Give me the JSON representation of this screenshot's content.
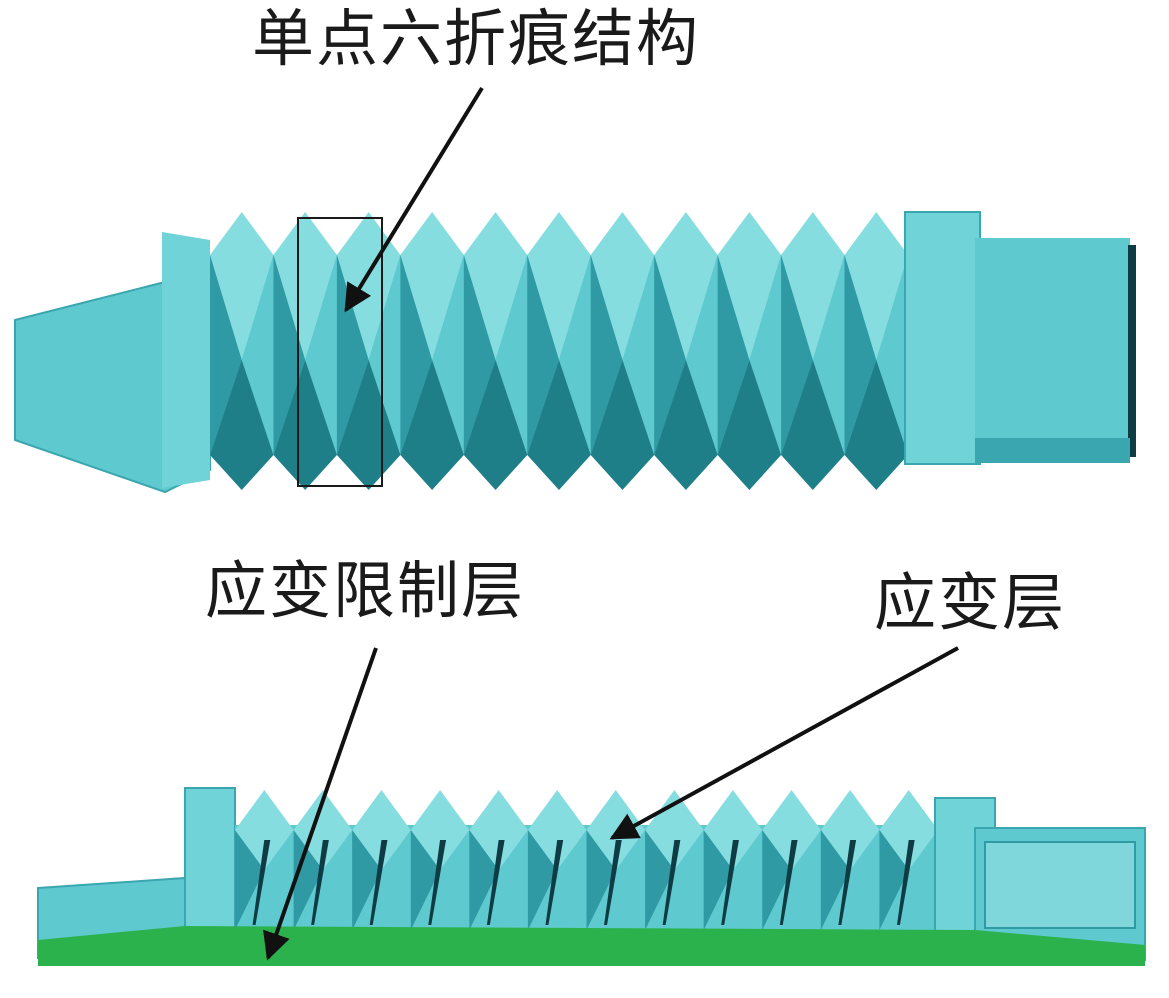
{
  "labels": {
    "single_point_hexfold": "单点六折痕结构",
    "strain_limiting_layer": "应变限制层",
    "strain_layer": "应变层"
  },
  "colors": {
    "body": "#5ec9cf",
    "body_light": "#86dde0",
    "body_dark": "#2f9aa3",
    "body_deep": "#1f7f88",
    "limit_layer": "#2bb24c",
    "arrow": "#111111",
    "highlight_box": "#1a1a1a"
  },
  "figure": {
    "top_actuator": {
      "fold_units": 11,
      "highlighted_unit_index": 1
    },
    "bottom_actuator": {
      "fold_units": 12,
      "section_view": true
    }
  }
}
